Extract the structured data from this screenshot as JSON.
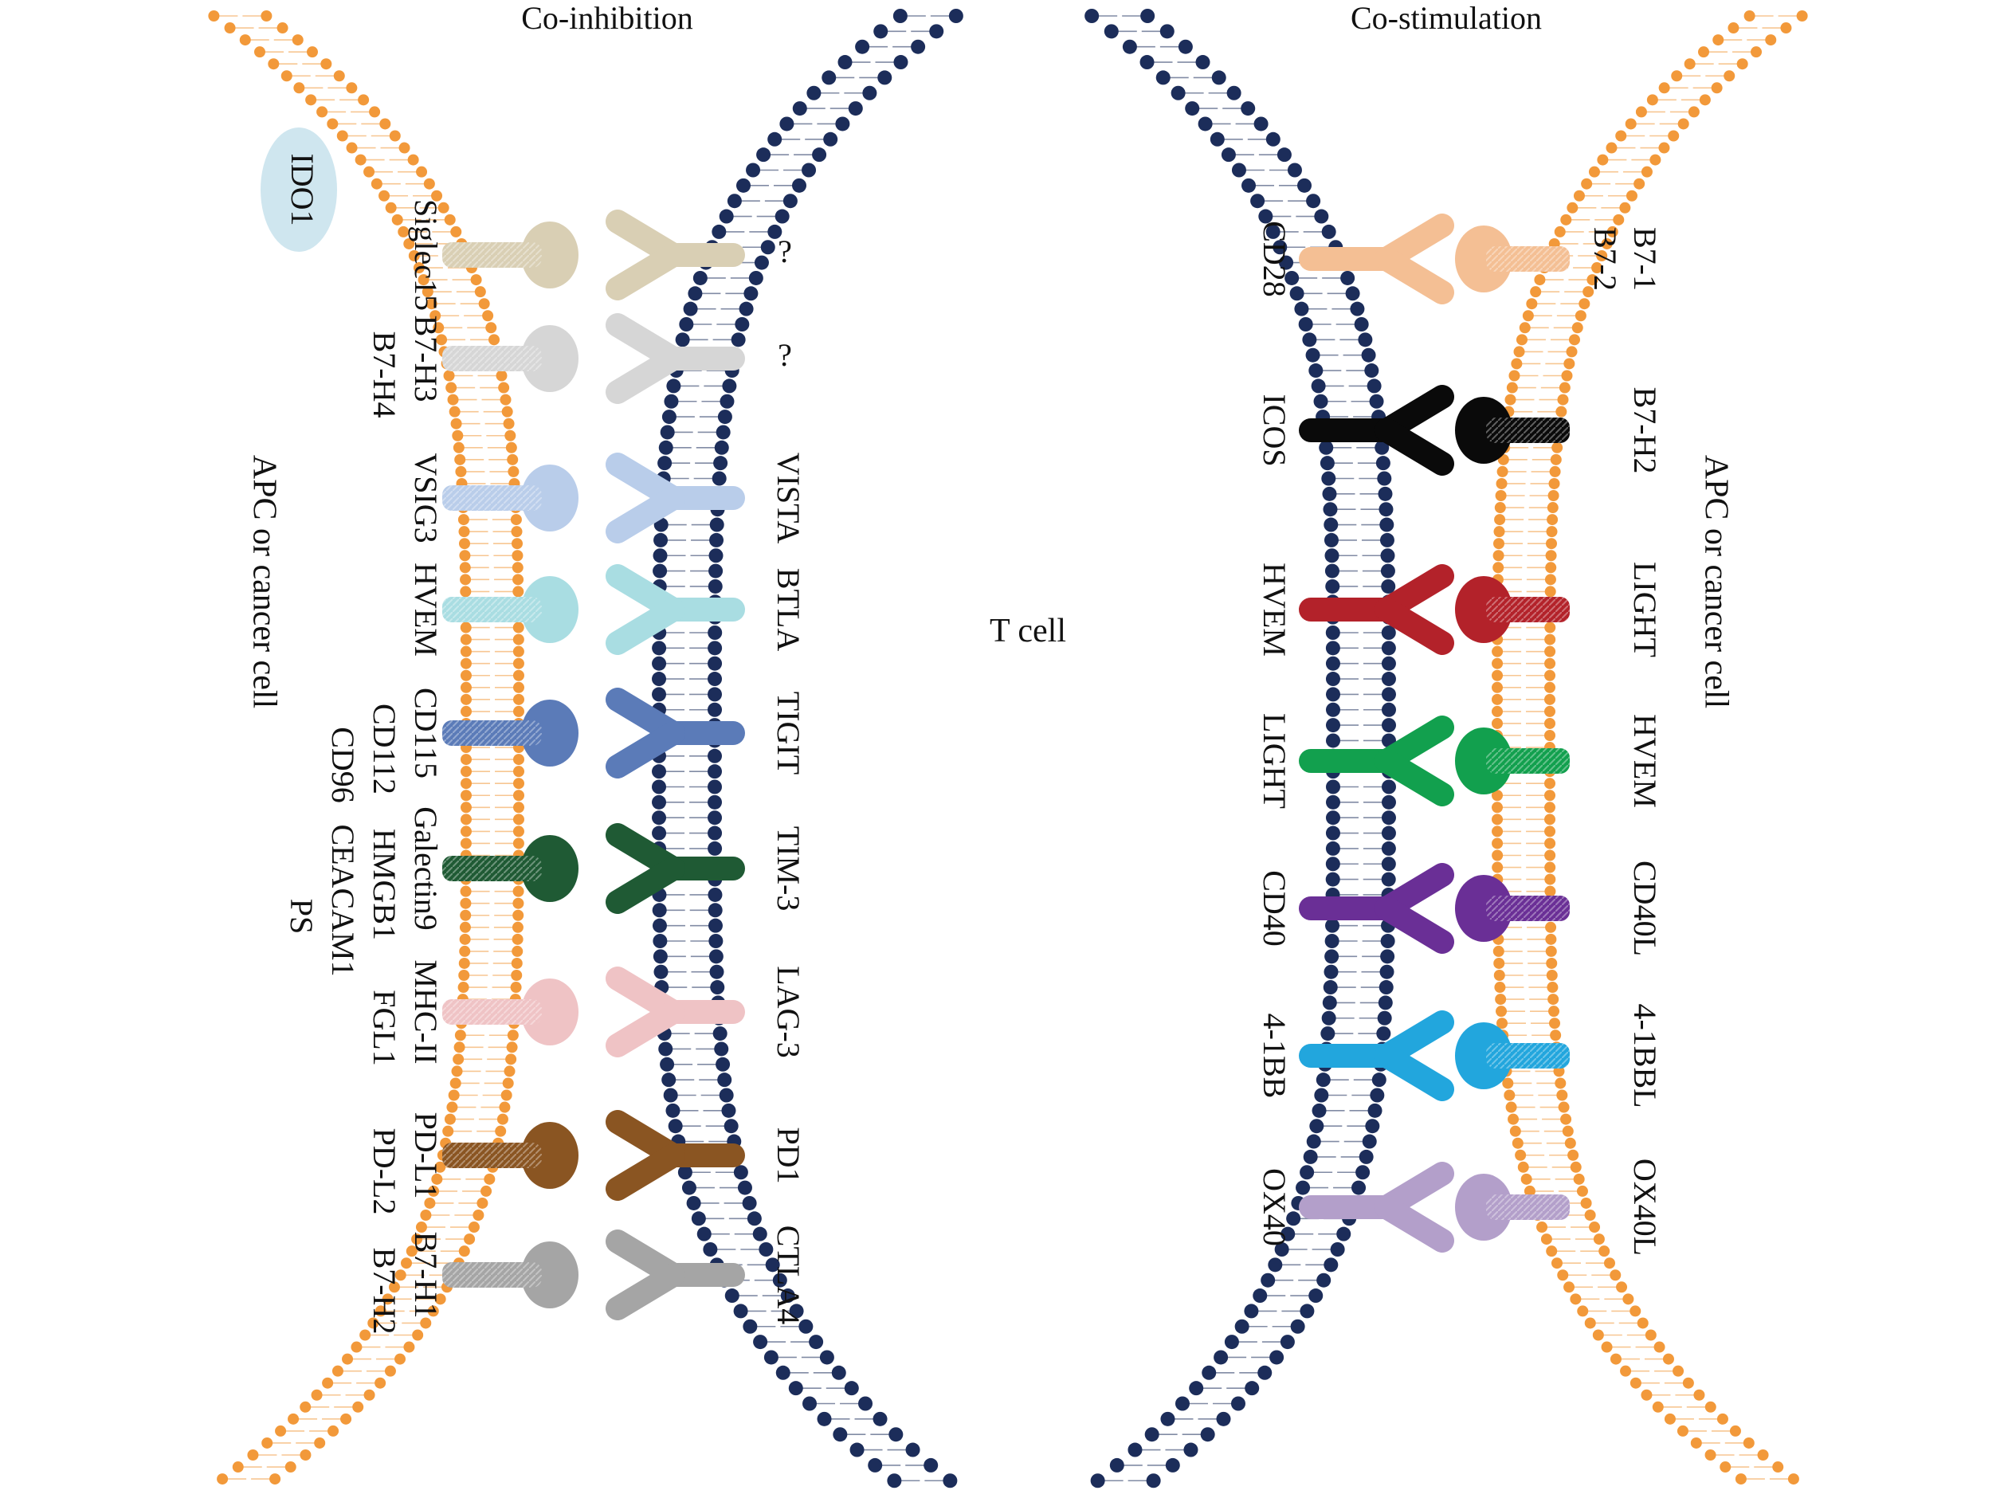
{
  "titles": {
    "left": "Co-inhibition",
    "right": "Co-stimulation",
    "center": "T cell"
  },
  "cells": {
    "apc_left": "APC or cancer cell",
    "apc_right": "APC or cancer cell"
  },
  "ido1": "IDO1",
  "colors": {
    "apc_membrane": "#f2993a",
    "tcell_membrane": "#1c2d5a",
    "ido1_fill": "#cfe6ef"
  },
  "inhibition_pairs": [
    {
      "receptor": "?",
      "ligands": [
        "Siglec15"
      ],
      "color": "#d9cfb4"
    },
    {
      "receptor": "?",
      "ligands": [
        "B7-H3",
        "B7-H4"
      ],
      "color": "#d6d6d6"
    },
    {
      "receptor": "VISTA",
      "ligands": [
        "VSIG3"
      ],
      "color": "#b9cdea"
    },
    {
      "receptor": "BTLA",
      "ligands": [
        "HVEM"
      ],
      "color": "#a9dde2"
    },
    {
      "receptor": "TIGIT",
      "ligands": [
        "CD115",
        "CD112",
        "CD96"
      ],
      "color": "#5b7bb8"
    },
    {
      "receptor": "TIM-3",
      "ligands": [
        "Galectin9",
        "HMGB1",
        "CEACAM1",
        "PS"
      ],
      "color": "#1f5a34"
    },
    {
      "receptor": "LAG-3",
      "ligands": [
        "MHC-II",
        "FGL1"
      ],
      "color": "#efc3c5"
    },
    {
      "receptor": "PD1",
      "ligands": [
        "PD-L1",
        "PD-L2"
      ],
      "color": "#8a5522"
    },
    {
      "receptor": "CTLA4",
      "ligands": [
        "B7-H1",
        "B7-H2"
      ],
      "color": "#a5a5a5"
    }
  ],
  "stimulation_pairs": [
    {
      "receptor": "CD28",
      "ligands": [
        "B7-1",
        "B7-2"
      ],
      "color": "#f4bf94"
    },
    {
      "receptor": "ICOS",
      "ligands": [
        "B7-H2"
      ],
      "color": "#0a0a0a"
    },
    {
      "receptor": "HVEM",
      "ligands": [
        "LIGHT"
      ],
      "color": "#b3222a"
    },
    {
      "receptor": "LIGHT",
      "ligands": [
        "HVEM"
      ],
      "color": "#12a04e"
    },
    {
      "receptor": "CD40",
      "ligands": [
        "CD40L"
      ],
      "color": "#6a2f96"
    },
    {
      "receptor": "4-1BB",
      "ligands": [
        "4-1BBL"
      ],
      "color": "#22a6dd"
    },
    {
      "receptor": "OX40",
      "ligands": [
        "OX40L"
      ],
      "color": "#b39fca"
    }
  ]
}
